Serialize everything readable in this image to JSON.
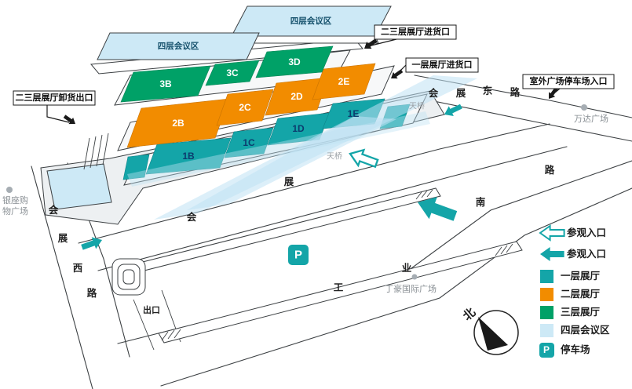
{
  "colors": {
    "teal": "#14A5A8",
    "orange": "#F28C00",
    "green": "#00A167",
    "lightblue": "#CDE9F6"
  },
  "halls": {
    "f1": [
      "1B",
      "1C",
      "1D",
      "1E"
    ],
    "f2": [
      "2B",
      "2C",
      "2D",
      "2E"
    ],
    "f3": [
      "3B",
      "3C",
      "3D"
    ],
    "f4_top": "四层会议区",
    "f4_left": "四层会议区"
  },
  "callouts": {
    "goods23": "二三层展厅进货口",
    "goods1": "一层展厅进货口",
    "outdoor_parking": "室外广场停车场入口",
    "unload23": "二三层展厅卸货出口"
  },
  "landmarks": {
    "wanda": "万达广场",
    "yinzuo": [
      "银座购",
      "物广场"
    ],
    "dinghao": "丁豪国际广场"
  },
  "roads": {
    "west": [
      "会",
      "展",
      "西",
      "路"
    ],
    "middle": [
      "会",
      "展"
    ],
    "east": [
      "会",
      "展",
      "东",
      "路"
    ],
    "south": [
      "工",
      "业",
      "南",
      "路"
    ]
  },
  "bridges": [
    "天桥",
    "天桥"
  ],
  "exit_label": "出口",
  "compass_north": "北",
  "parking_letter": "P",
  "legend": {
    "items": [
      {
        "type": "arrow-outline",
        "label": "参观入口"
      },
      {
        "type": "arrow-solid",
        "label": "参观入口"
      },
      {
        "type": "swatch-teal",
        "label": "一层展厅"
      },
      {
        "type": "swatch-orange",
        "label": "二层展厅"
      },
      {
        "type": "swatch-green",
        "label": "三层展厅"
      },
      {
        "type": "swatch-blue",
        "label": "四层会议区"
      },
      {
        "type": "parking",
        "label": "停车场"
      }
    ]
  }
}
